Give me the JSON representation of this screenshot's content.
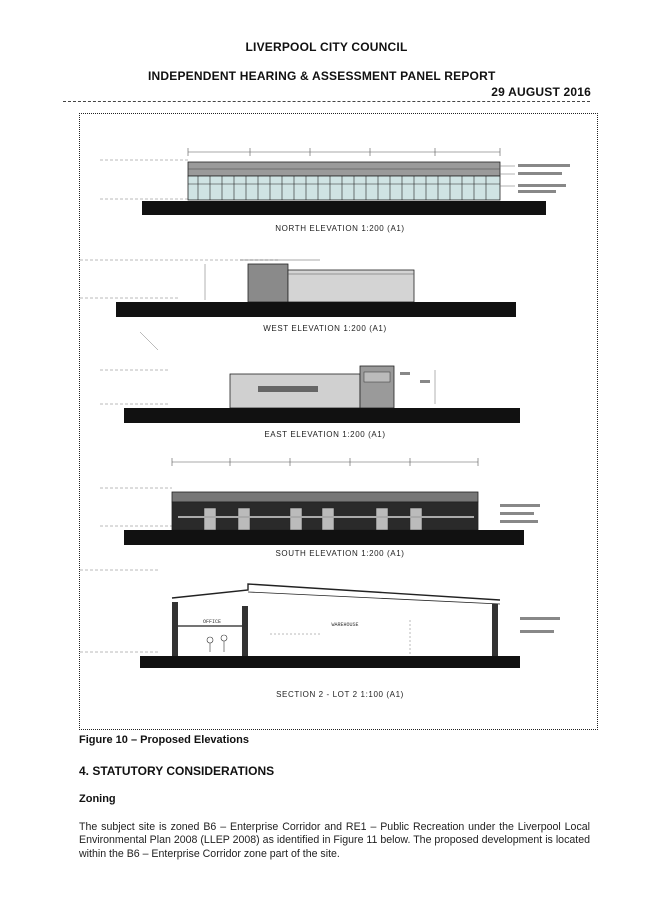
{
  "header": {
    "council": "LIVERPOOL CITY COUNCIL",
    "report": "INDEPENDENT HEARING & ASSESSMENT PANEL REPORT",
    "date": "29 AUGUST 2016"
  },
  "figure": {
    "caption": "Figure 10 – Proposed Elevations",
    "views": {
      "north": "NORTH ELEVATION  1:200 (A1)",
      "west": "WEST ELEVATION  1:200 (A1)",
      "east": "EAST ELEVATION  1:200 (A1)",
      "south": "SOUTH ELEVATION  1:200 (A1)",
      "section": "SECTION 2 - LOT 2    1:100 (A1)"
    },
    "section_labels": {
      "office": "OFFICE",
      "warehouse": "WAREHOUSE"
    }
  },
  "section": {
    "heading": "4. STATUTORY CONSIDERATIONS",
    "subheading": "Zoning",
    "paragraph": "The subject site is zoned B6 – Enterprise Corridor and RE1 – Public Recreation under the Liverpool Local Environmental Plan 2008 (LLEP 2008) as identified in Figure 11 below. The proposed development is located within the B6 – Enterprise Corridor zone part of the site."
  }
}
